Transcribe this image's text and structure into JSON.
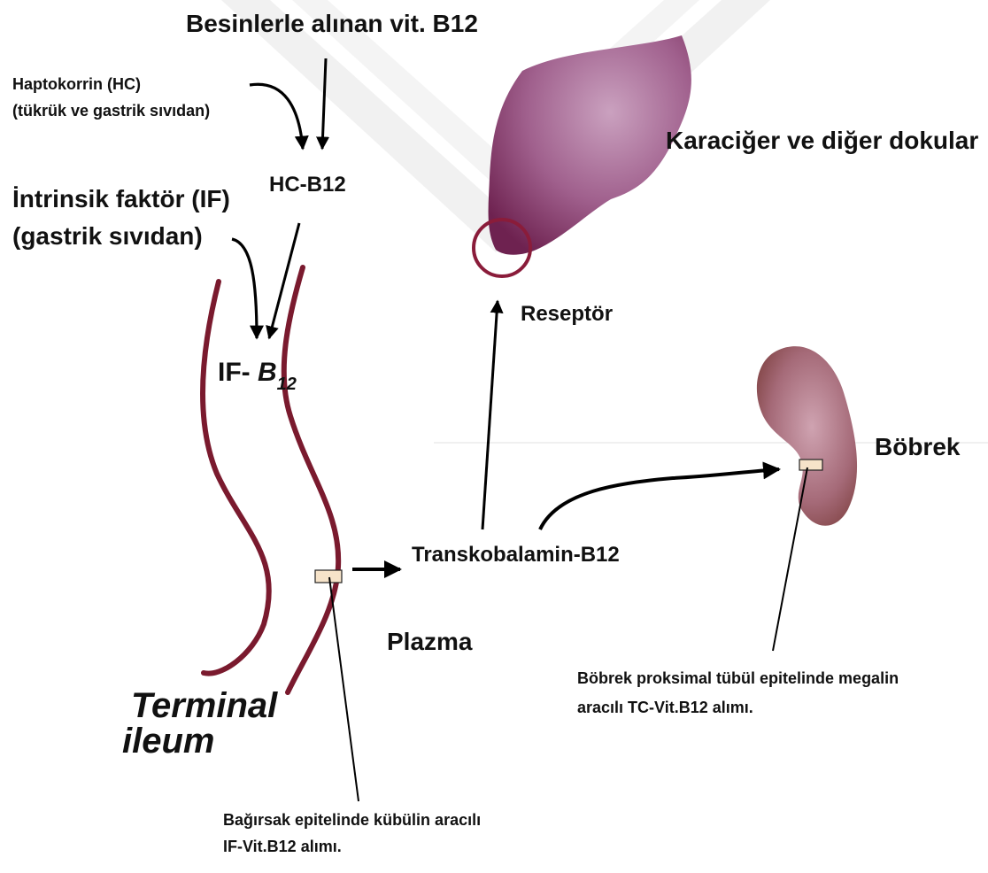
{
  "labels": {
    "dietary_b12": "Besinlerle alınan vit. B12",
    "haptocorrin_line1": "Haptokorrin (HC)",
    "haptocorrin_line2": "(tükrük ve gastrik sıvıdan)",
    "hc_b12": "HC-B12",
    "intrinsic_factor_line1": "İntrinsik faktör (IF)",
    "intrinsic_factor_line2": "(gastrik sıvıdan)",
    "if_b12_prefix": "IF- ",
    "if_b12_b": "B",
    "if_b12_sub": "12",
    "terminal_ileum_line1": "Terminal",
    "terminal_ileum_line2": "ileum",
    "transcobalamin": "Transkobalamin-B12",
    "plasma": "Plazma",
    "liver": "Karaciğer ve diğer dokular",
    "receptor": "Reseptör",
    "kidney": "Böbrek",
    "kidney_note_line1": "Böbrek proksimal tübül epitelinde megalin",
    "kidney_note_line2": "aracılı TC-Vit.B12 alımı.",
    "intestine_note_line1": "Bağırsak epitelinde kübülin aracılı",
    "intestine_note_line2": "IF-Vit.B12 alımı."
  },
  "colors": {
    "ileum_wall": "#7a1a2e",
    "liver_light": "#c79ab8",
    "liver_dark": "#7a2a5a",
    "kidney_light": "#c89aa8",
    "kidney_dark": "#7a3a3a",
    "receptor_ring": "#8a1c3a",
    "receptor_box": "#f6e3c9",
    "watermark": "#e9e9e9"
  }
}
